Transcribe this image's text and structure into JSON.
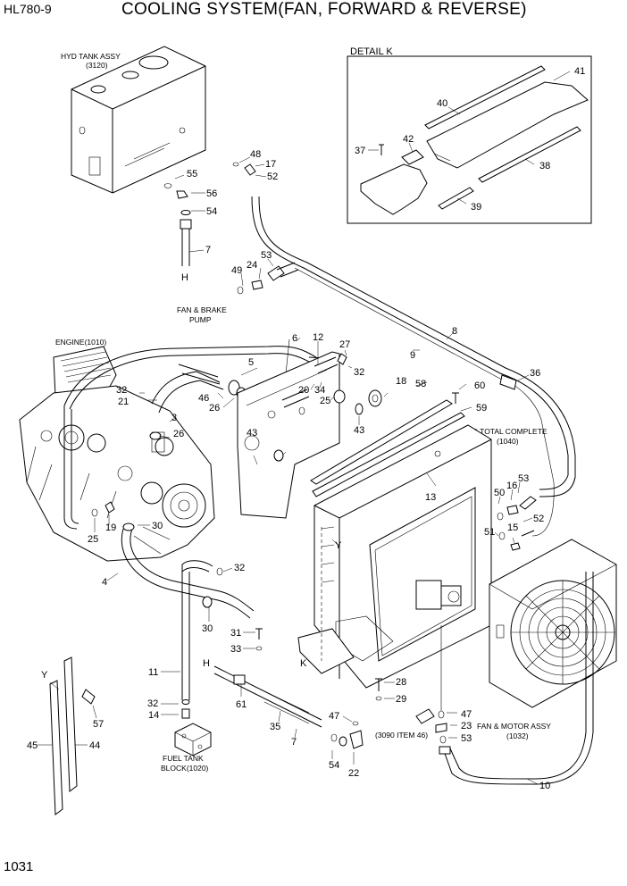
{
  "header": {
    "model": "HL780-9",
    "title": "COOLING SYSTEM(FAN, FORWARD & REVERSE)"
  },
  "footer": {
    "page_number": "1031"
  },
  "detail_label": "DETAIL K",
  "assemblies": {
    "hyd_tank": [
      "HYD TANK ASSY",
      "(3120)"
    ],
    "engine": [
      "ENGINE(1010)"
    ],
    "pump": [
      "FAN & BRAKE",
      "PUMP"
    ],
    "radiator": [
      "RAD TOTAL COMPLETE",
      "(1040)"
    ],
    "fan_motor": [
      "FAN & MOTOR ASSY",
      "(1032)"
    ],
    "fuel_block": [
      "FUEL TANK",
      "BLOCK(1020)"
    ],
    "item46_ref": [
      "(3090 ITEM 46)"
    ]
  },
  "callouts": {
    "c41": "41",
    "c40": "40",
    "c42": "42",
    "c37": "37",
    "c38": "38",
    "c39": "39",
    "c48": "48",
    "c17": "17",
    "c52a": "52",
    "c55": "55",
    "c56": "56",
    "c54a": "54",
    "c7a": "7",
    "cH1": "H",
    "c53a": "53",
    "c24": "24",
    "c49": "49",
    "c6": "6",
    "c12": "12",
    "c27": "27",
    "c8": "8",
    "c9": "9",
    "c36": "36",
    "c5": "5",
    "c32a": "32",
    "c32b": "32",
    "c21": "21",
    "c20": "20",
    "c34": "34",
    "c25a": "25",
    "c46": "46",
    "c26a": "26",
    "c3": "3",
    "c26b": "26",
    "c18": "18",
    "c58": "58",
    "c60": "60",
    "c59": "59",
    "c43a": "43",
    "c43b": "43",
    "c13": "13",
    "c50a": "50",
    "c16a": "16",
    "c53b": "53",
    "c52b": "52",
    "c51": "51",
    "c15": "15",
    "c25b": "25",
    "c19": "19",
    "c30a": "30",
    "cY1": "Y",
    "c4": "4",
    "c32c": "32",
    "c30b": "30",
    "c31": "31",
    "c33": "33",
    "c53c": "53",
    "c16b": "16",
    "c50b": "50",
    "cY2": "Y",
    "c57": "57",
    "c11": "11",
    "cH2": "H",
    "cK": "K",
    "c28": "28",
    "c29": "29",
    "c61": "61",
    "c32d": "32",
    "c14": "14",
    "c35": "35",
    "c7b": "7",
    "c47a": "47",
    "c47b": "47",
    "c23": "23",
    "c53d": "53",
    "c45": "45",
    "c44": "44",
    "c54b": "54",
    "c22": "22",
    "c10": "10"
  }
}
